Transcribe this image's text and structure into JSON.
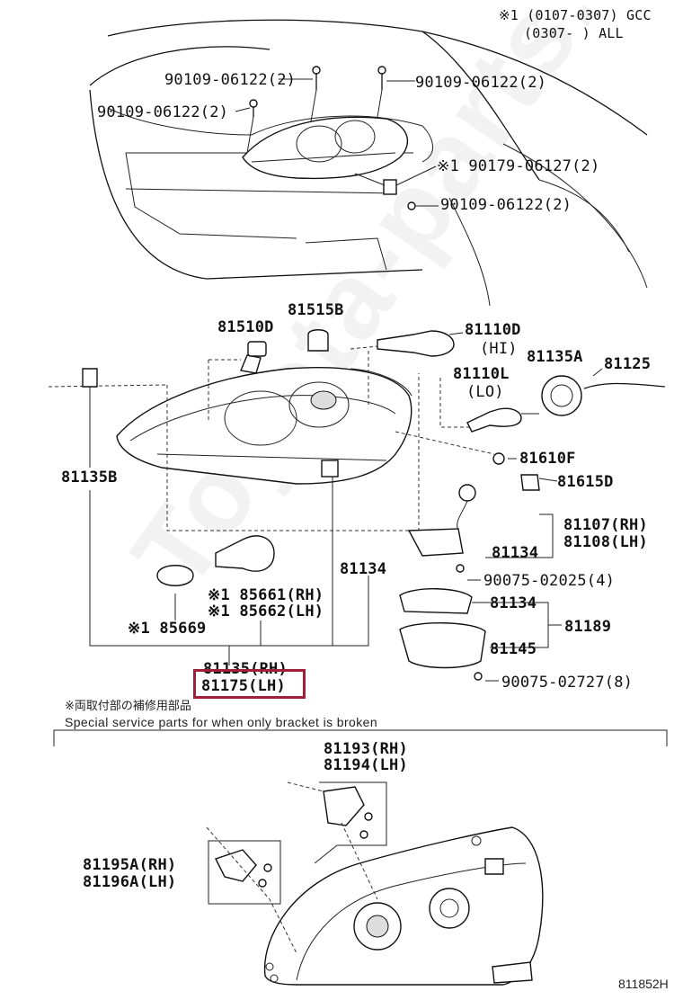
{
  "legend": {
    "line1": "※1 (0107-0307) GCC",
    "line2": "(0307-       ) ALL"
  },
  "labels": {
    "bolt_a": "90109-06122(2)",
    "bolt_b": "90109-06122(2)",
    "bolt_c": "90109-06122(2)",
    "clip_note": "※1 90179-06127(2)",
    "bolt_d": "90109-06122(2)",
    "p81510d": "81510D",
    "p81515b": "81515B",
    "p81110d": "81110D",
    "p81110d_sub": "(HI)",
    "p81135a": "81135A",
    "p81125": "81125",
    "p81110l": "81110L",
    "p81110l_sub": "(LO)",
    "p81135b": "81135B",
    "p81610f": "81610F",
    "p81615d": "81615D",
    "p81107": "81107(RH)",
    "p81108": "81108(LH)",
    "p81134_a": "81134",
    "p81134_b": "81134",
    "p81134_c": "81134",
    "screw_a": "90075-02025(4)",
    "p85661": "※1 85661(RH)",
    "p85662": "※1 85662(LH)",
    "p85669": "※1 85669",
    "p81189": "81189",
    "p81145": "81145",
    "screw_b": "90075-02727(8)",
    "p81135": "81135(RH)",
    "p81175": "81175(LH)",
    "p81193": "81193(RH)",
    "p81194": "81194(LH)",
    "p81195a": "81195A(RH)",
    "p81196a": "81196A(LH)"
  },
  "notes": {
    "japanese": "※両取付部の補修用部品",
    "english": "Special service parts for when only bracket is broken"
  },
  "diagram_id": "811852H",
  "watermark": "Toyota-parts.ru",
  "highlight_color": "#a0203a"
}
